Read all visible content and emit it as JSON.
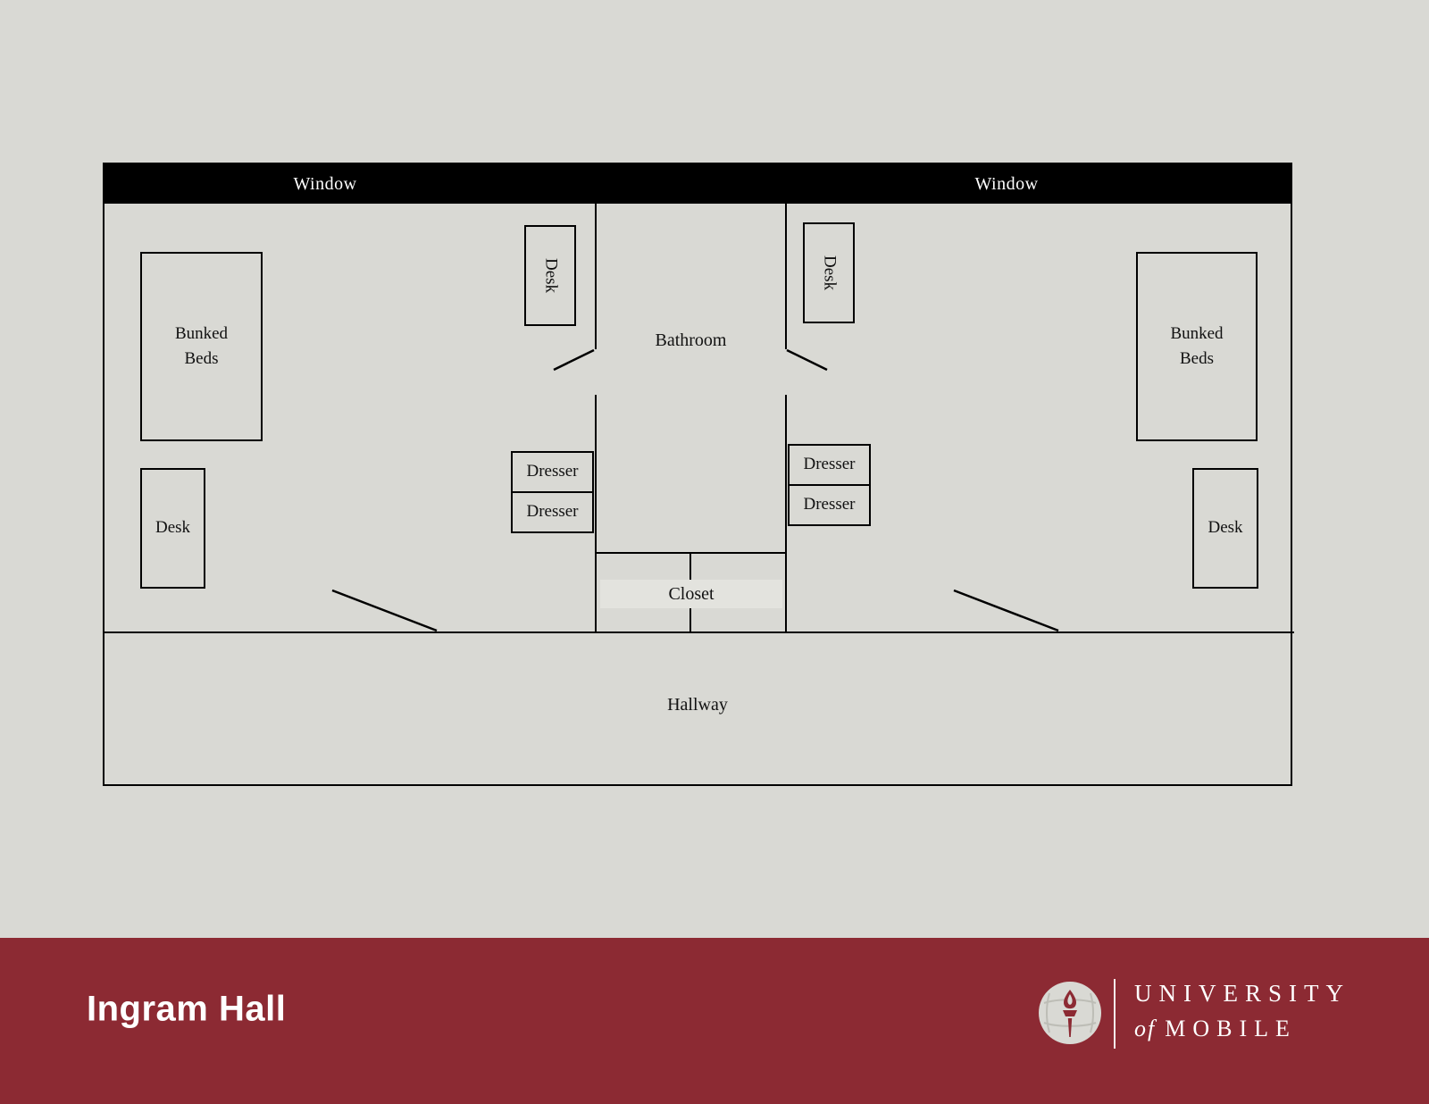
{
  "plan": {
    "window_label": "Window",
    "bathroom": "Bathroom",
    "closet": "Closet",
    "hallway": "Hallway",
    "bunked_beds": "Bunked Beds",
    "desk": "Desk",
    "dresser": "Dresser"
  },
  "footer": {
    "hall_name": "Ingram Hall",
    "university_line1": "UNIVERSITY",
    "of": "of",
    "mobile": "MOBILE"
  },
  "colors": {
    "maroon": "#8c2a33",
    "background": "#d9d9d4",
    "wall_black": "#000000",
    "closet_band": "#e3e3de"
  }
}
